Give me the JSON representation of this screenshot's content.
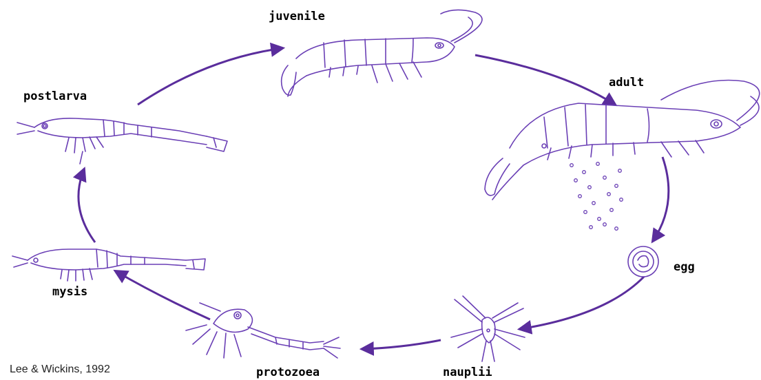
{
  "stages": {
    "juvenile": "juvenile",
    "adult": "adult",
    "egg": "egg",
    "nauplii": "nauplii",
    "protozoea": "protozoea",
    "mysis": "mysis",
    "postlarva": "postlarva"
  },
  "credit": "Lee & Wickins, 1992",
  "colors": {
    "drawing": "#6a3fb5",
    "arrow": "#5a2d9c",
    "label": "#000000"
  }
}
